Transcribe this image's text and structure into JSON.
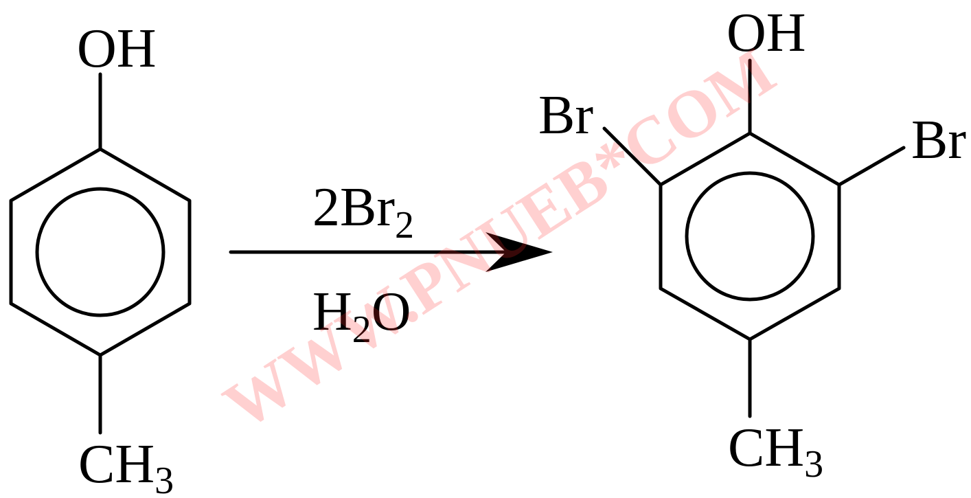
{
  "reactant": {
    "top_group": "OH",
    "bottom_group_main": "CH",
    "bottom_group_sub": "3"
  },
  "reagent": {
    "above_main": "2Br",
    "above_sub": "2",
    "below_pre": "H",
    "below_sub": "2",
    "below_post": "O"
  },
  "product": {
    "top_group": "OH",
    "left_sub": "Br",
    "right_sub": "Br",
    "bottom_group_main": "CH",
    "bottom_group_sub": "3"
  },
  "watermark": "WWW.PNUEB*COM",
  "colors": {
    "ink": "#000000",
    "watermark": "#ff2a2a"
  }
}
